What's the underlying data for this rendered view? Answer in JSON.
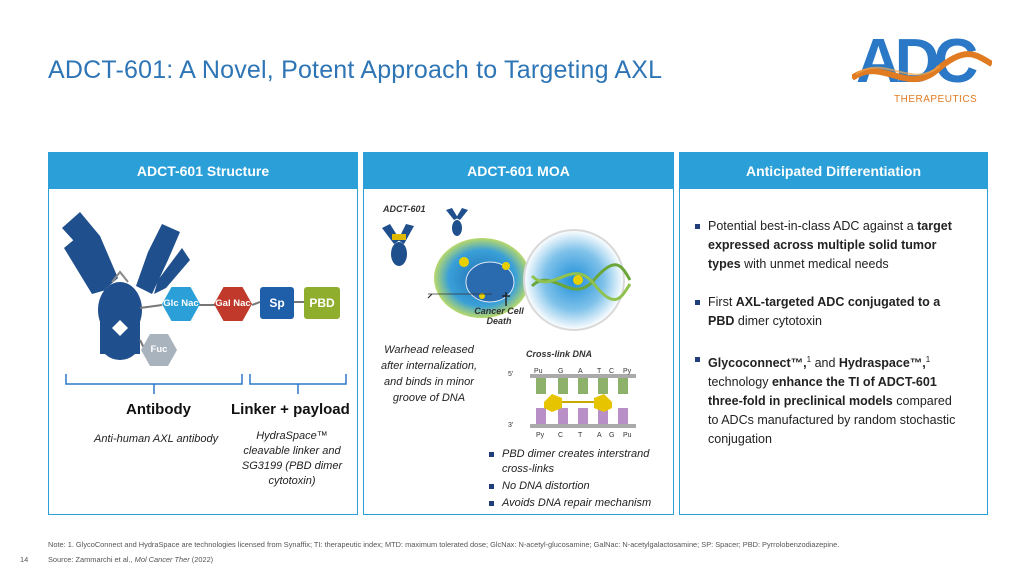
{
  "title": "ADCT-601: A Novel, Potent Approach to Targeting AXL",
  "logo": {
    "text": "ADC",
    "subtext": "THERAPEUTICS"
  },
  "colors": {
    "title": "#2e75b6",
    "panel_header": "#2a9fd8",
    "antibody": "#1f4f8c",
    "logo_orange": "#e07b22"
  },
  "panel_structure": {
    "header": "ADCT-601 Structure",
    "sugar1": "Glc Nac",
    "sugar2": "Gal Nac",
    "spacer": "Sp",
    "payload": "PBD",
    "fucose": "Fuc",
    "label_antibody": "Antibody",
    "label_linker": "Linker + payload",
    "desc_antibody": "Anti-human AXL antibody",
    "desc_linker": "HydraSpace™ cleavable linker and SG3199 (PBD dimer cytotoxin)"
  },
  "panel_moa": {
    "header": "ADCT-601 MOA",
    "adc_label": "ADCT-601",
    "cancer_label": "Cancer Cell Death",
    "crosslink_label": "Cross-link DNA",
    "warhead_text": "Warhead released after internalization, and binds in minor groove of DNA",
    "top_bases": [
      "Pu",
      "G",
      "A",
      "T",
      "C",
      "Py"
    ],
    "bottom_bases": [
      "Py",
      "C",
      "T",
      "A",
      "G",
      "Pu"
    ],
    "strand_top": "5'",
    "strand_bottom": "3'",
    "bullets": [
      "PBD dimer creates interstrand cross-links",
      "No DNA distortion",
      "Avoids DNA repair mechanism"
    ]
  },
  "panel_diff": {
    "header": "Anticipated Differentiation",
    "b1_pre": "Potential best-in-class ADC against a ",
    "b1_bold": "target expressed across multiple solid tumor types",
    "b1_post": " with unmet medical needs",
    "b2_pre": "First ",
    "b2_bold": "AXL-targeted ADC conjugated to a PBD",
    "b2_post": " dimer cytotoxin",
    "b3_bold1": "Glycoconnect™,",
    "b3_sup1": "1",
    "b3_mid": " and ",
    "b3_bold2": "Hydraspace™,",
    "b3_sup2": "1",
    "b3_text1": " technology ",
    "b3_bold3": "enhance the TI of ADCT-601 three-fold in preclinical models",
    "b3_post": " compared to ADCs manufactured by random stochastic conjugation"
  },
  "footer": {
    "note": "Note: 1. GlycoConnect and HydraSpace are technologies licensed from Synaffix;  TI: therapeutic index;  MTD: maximum tolerated dose; GlcNax: N-acetyl-glucosamine; GalNac: N-acetylgalactosamine; SP: Spacer; PBD: Pyrrolobenzodiazepine.",
    "source_pre": "Source: Zammarchi et al., ",
    "source_journal": "Mol Cancer Ther",
    "source_post": " (2022)",
    "page_number": "14"
  }
}
